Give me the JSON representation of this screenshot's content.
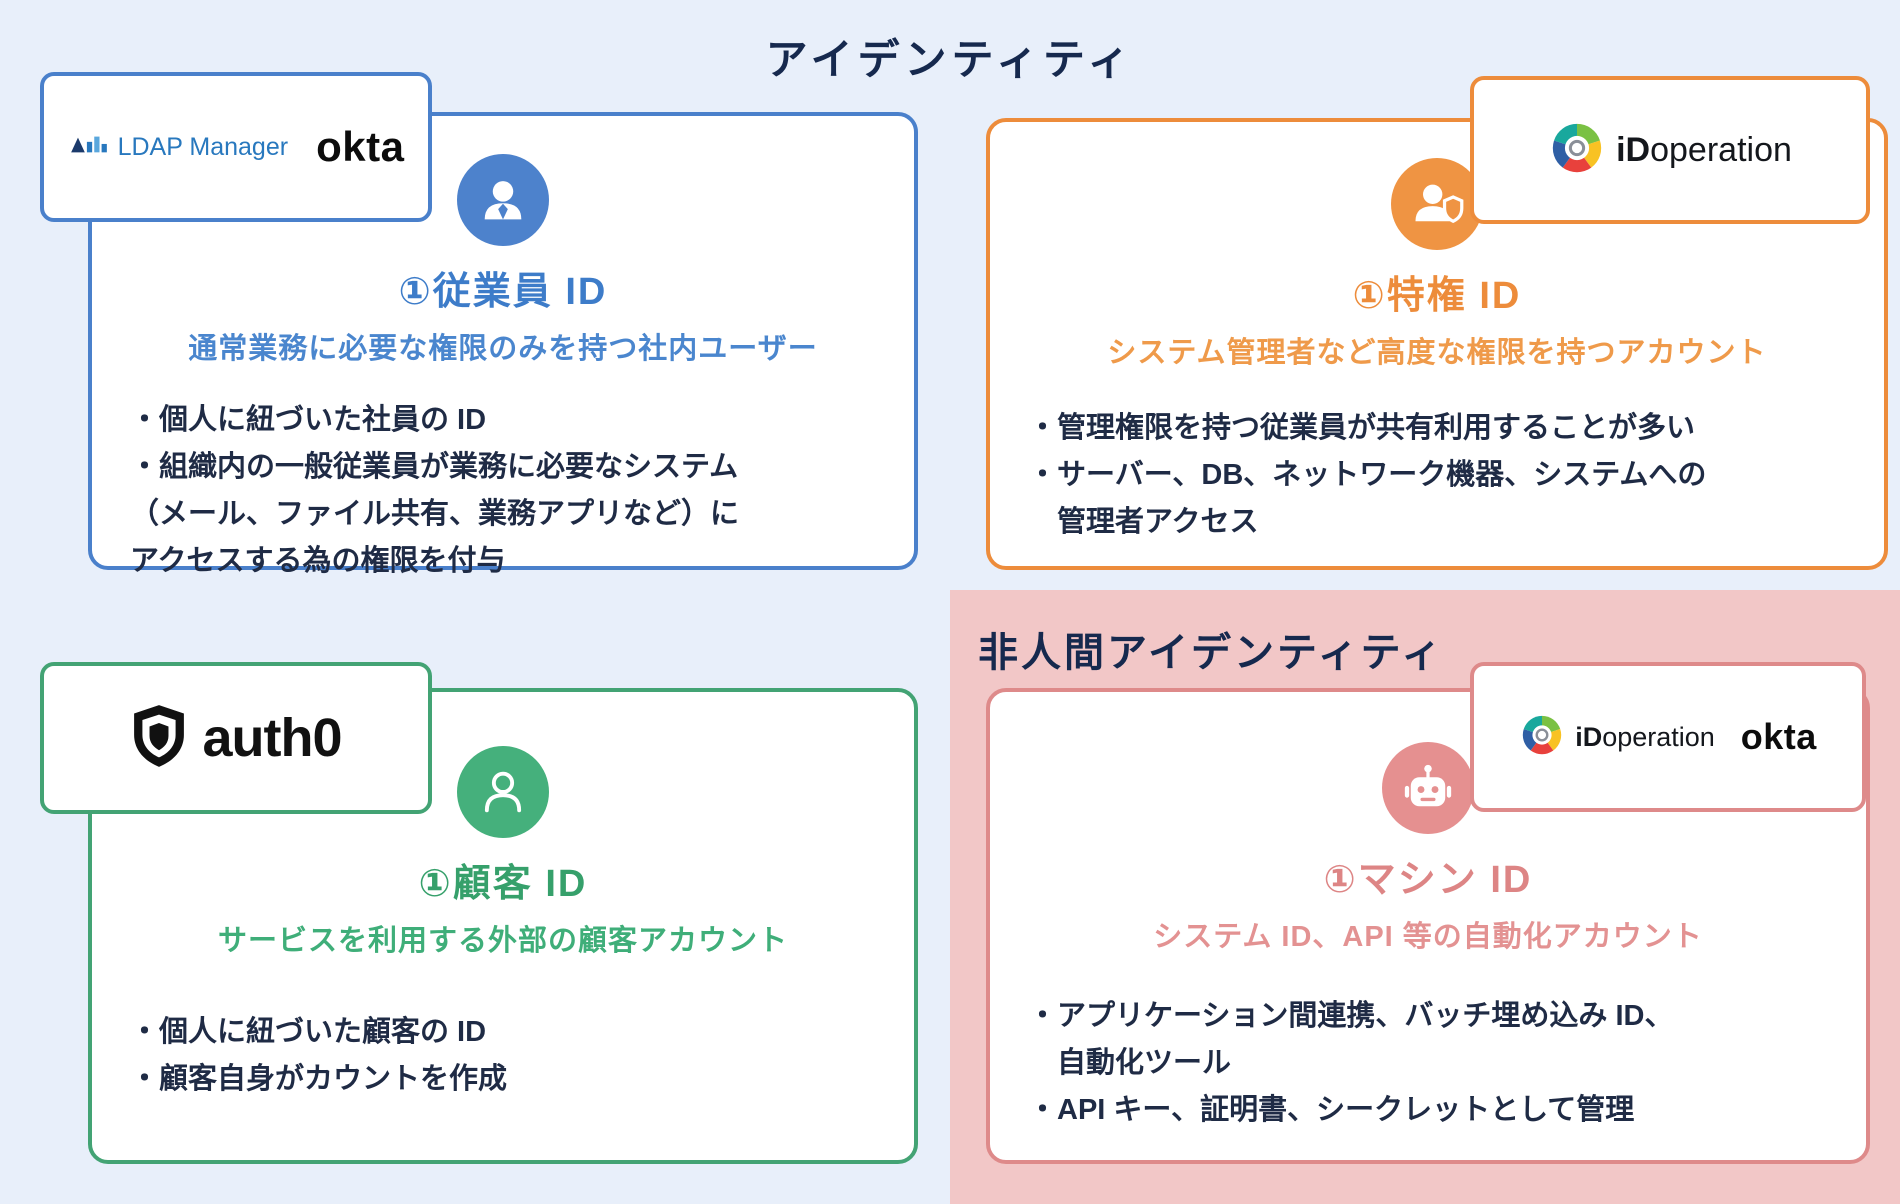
{
  "title": "アイデンティティ",
  "nonhuman_title": "非人間アイデンティティ",
  "cards": [
    {
      "heading": "①従業員 ID",
      "subtitle": "通常業務に必要な権限のみを持つ社内ユーザー",
      "lines": [
        "・個人に紐づいた社員の ID",
        "・組織内の一般従業員が業務に必要なシステム",
        "（メール、ファイル共有、業務アプリなど）に",
        "アクセスする為の権限を付与"
      ]
    },
    {
      "heading": "①特権 ID",
      "subtitle": "システム管理者など高度な権限を持つアカウント",
      "lines": [
        "・管理権限を持つ従業員が共有利用することが多い",
        "・サーバー、DB、ネットワーク機器、システムへの",
        "　管理者アクセス"
      ]
    },
    {
      "heading": "①顧客 ID",
      "subtitle": "サービスを利用する外部の顧客アカウント",
      "lines": [
        "・個人に紐づいた顧客の ID",
        "・顧客自身がカウントを作成"
      ]
    },
    {
      "heading": "①マシン ID",
      "subtitle": "システム ID、API 等の自動化アカウント",
      "lines": [
        "・アプリケーション間連携、バッチ埋め込み ID、",
        "　自動化ツール",
        "・API キー、証明書、シークレットとして管理"
      ]
    }
  ],
  "logos": {
    "ldap_manager": "LDAP Manager",
    "okta": "okta",
    "idoperation_prefix": "iD",
    "idoperation_suffix": "operation",
    "auth0": "auth0"
  },
  "colors": {
    "background": "#e8effa",
    "employee_blue": "#4a80cb",
    "privileged_orange": "#ed8c3b",
    "customer_green": "#43a374",
    "machine_pink": "#de8a8a",
    "nonhuman_background": "#f2c7c7",
    "title_navy": "#16294e",
    "body_text": "#1f2b45"
  }
}
